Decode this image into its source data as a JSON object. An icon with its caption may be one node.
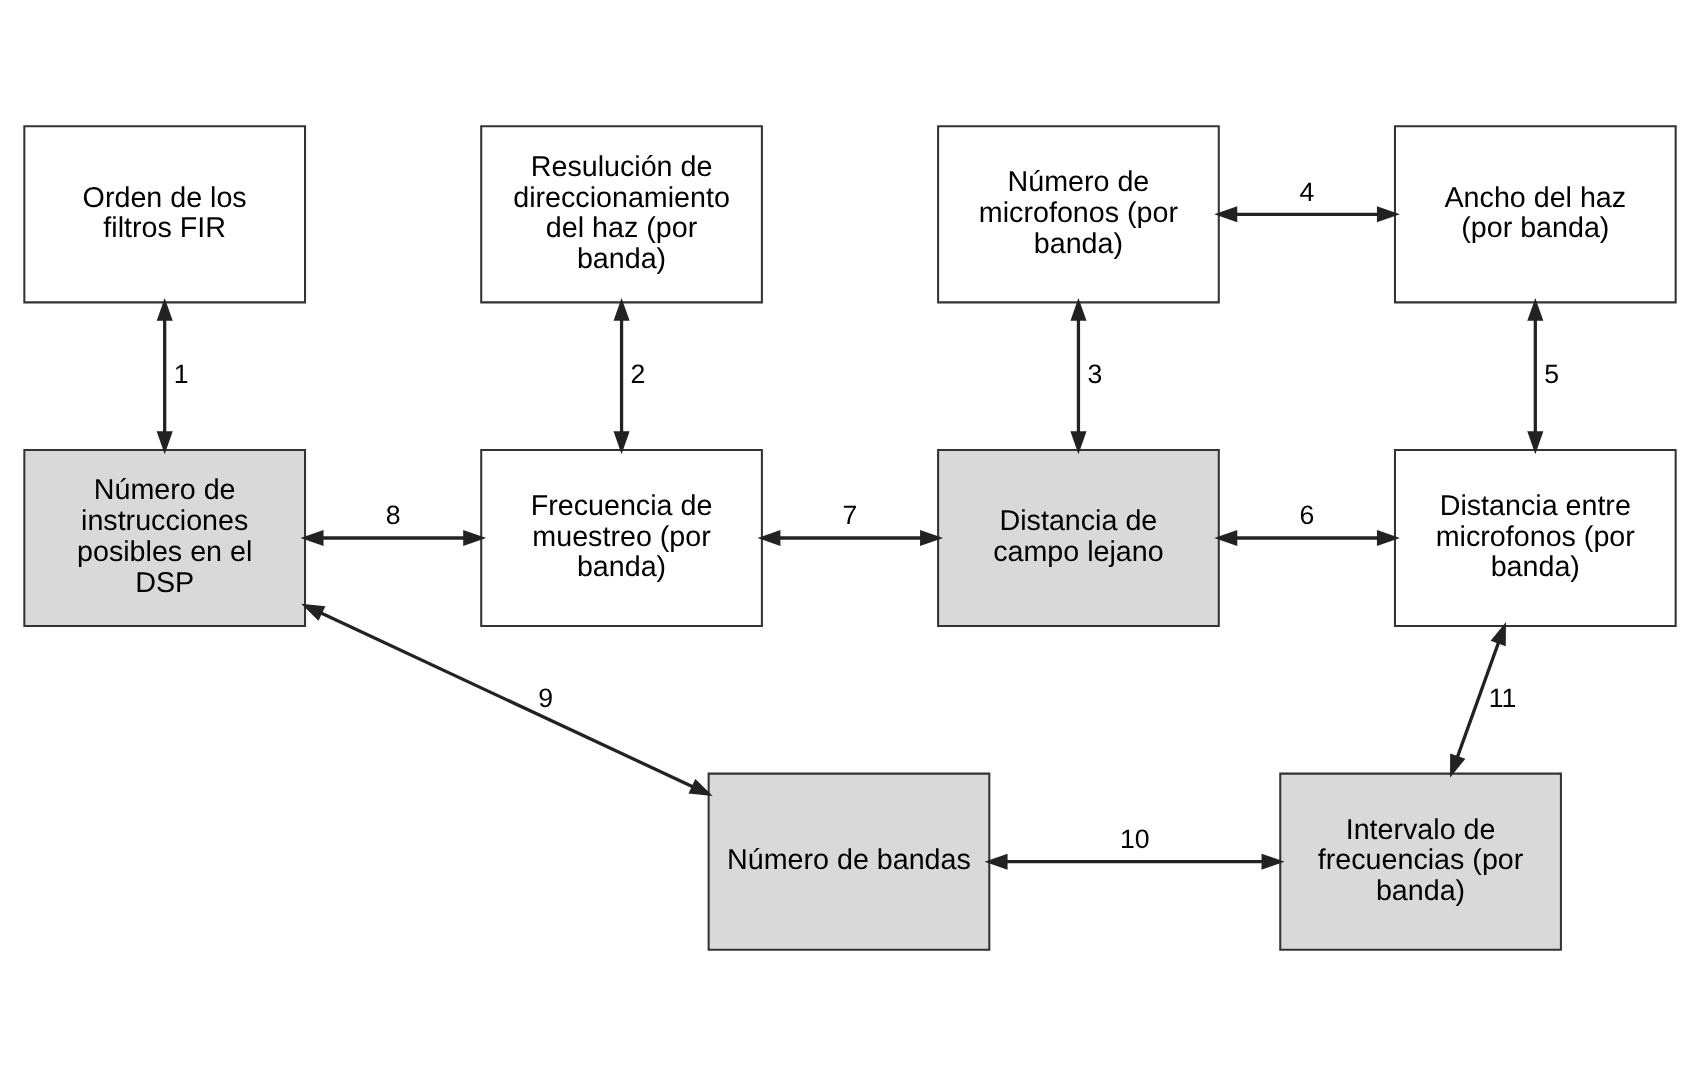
{
  "diagram": {
    "nodes": [
      {
        "text": [
          "Orden de los filtros FIR"
        ]
      },
      {
        "text": [
          "Resulución de direccionamiento del haz (por banda)"
        ]
      },
      {
        "text": [
          "Número de microfonos (por banda)"
        ]
      },
      {
        "text": [
          "Ancho del haz (por banda)"
        ]
      },
      {
        "text": [
          "Número de instrucciones posibles en el DSP"
        ]
      },
      {
        "text": [
          "Frecuencia de muestreo (por banda)"
        ]
      },
      {
        "text": [
          "Distancia de campo lejano"
        ]
      },
      {
        "text": [
          "Distancia entre microfonos (por banda)"
        ]
      },
      {
        "text": [
          "Número de bandas"
        ]
      },
      {
        "text": [
          "Intervalo de frecuencias (por banda)"
        ]
      }
    ],
    "edges": [
      {
        "from": 0,
        "to": 4,
        "arrow": "both",
        "label": "1"
      },
      {
        "from": 1,
        "to": 5,
        "arrow": "both",
        "label": "2"
      },
      {
        "from": 2,
        "to": 6,
        "arrow": "both",
        "label": "3"
      },
      {
        "from": 2,
        "to": 3,
        "arrow": "both",
        "label": "4"
      },
      {
        "from": 3,
        "to": 7,
        "arrow": "both",
        "label": "5"
      },
      {
        "from": 6,
        "to": 7,
        "arrow": "both",
        "label": "6"
      },
      {
        "from": 5,
        "to": 6,
        "arrow": "both",
        "label": "7"
      },
      {
        "from": 4,
        "to": 5,
        "arrow": "both",
        "label": "8"
      },
      {
        "from": 4,
        "to": 8,
        "arrow": "both",
        "label": "9"
      },
      {
        "from": 8,
        "to": 9,
        "arrow": "both",
        "label": "10"
      },
      {
        "from": 9,
        "to": 7,
        "arrow": "both",
        "label": "11"
      }
    ]
  }
}
